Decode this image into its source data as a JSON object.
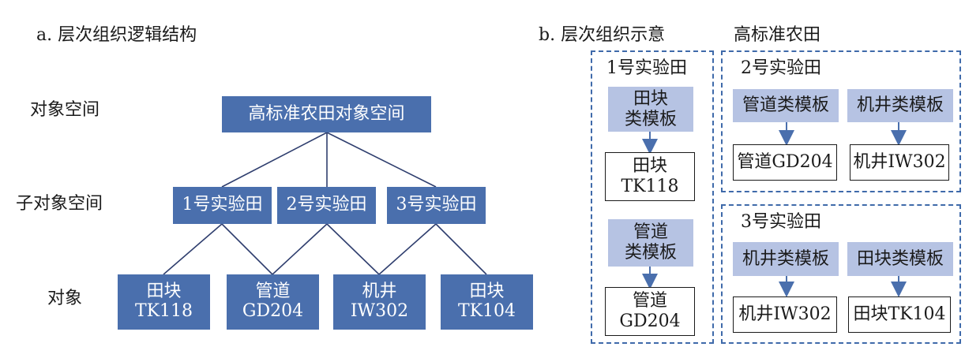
{
  "panel_a": {
    "title": "a. 层次组织逻辑结构",
    "levels": [
      "对象空间",
      "子对象空间",
      "对象"
    ],
    "root": "高标准农田对象空间",
    "subspaces": [
      "1号实验田",
      "2号实验田",
      "3号实验田"
    ],
    "objects": [
      "田块\nTK118",
      "管道\nGD204",
      "机井\nIW302",
      "田块\nTK104"
    ]
  },
  "panel_b": {
    "title": "b. 层次组织示意",
    "group_label": "高标准农田",
    "field1": {
      "label": "1号实验田",
      "template1": "田块\n类模板",
      "instance1": "田块\nTK118",
      "template2": "管道\n类模板",
      "instance2": "管道\nGD204"
    },
    "field2": {
      "label": "2号实验田",
      "template1": "管道类模板",
      "instance1": "管道GD204",
      "template2": "机井类模板",
      "instance2": "机井IW302"
    },
    "field3": {
      "label": "3号实验田",
      "template1": "机井类模板",
      "instance1": "机井IW302",
      "template2": "田块类模板",
      "instance2": "田块TK104"
    }
  },
  "colors": {
    "node_blue": "#4a6fad",
    "template_blue": "#b6c3e3",
    "dash_blue": "#3f6aaa",
    "line": "#2f3e6e"
  }
}
